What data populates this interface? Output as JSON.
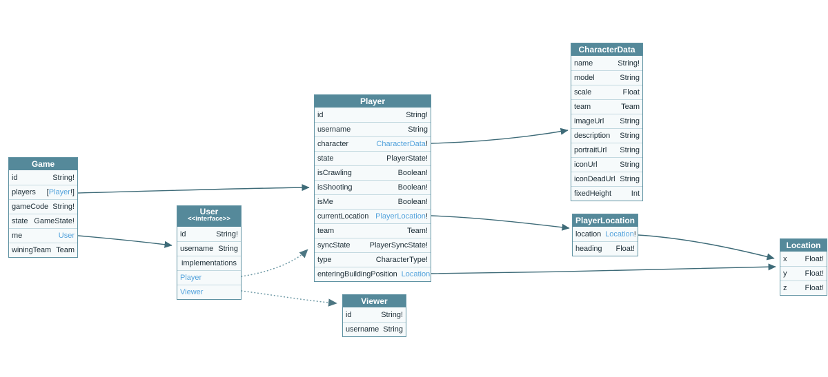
{
  "colors": {
    "header_bg": "#55899a",
    "row_bg": "#f6fafb",
    "table_border": "#5f92a2",
    "row_divider": "#c3d9e0",
    "text": "#20313a",
    "type_link": "#54a3dc",
    "edge_solid": "#3e6b78",
    "edge_dotted": "#6f9aa6"
  },
  "tables": {
    "game": {
      "title": "Game",
      "fields": [
        {
          "name": "id",
          "type_pre": "String!"
        },
        {
          "name": "players",
          "type_pre": "[",
          "type_link": "Player",
          "type_post": "!]"
        },
        {
          "name": "gameCode",
          "type_pre": "String!"
        },
        {
          "name": "state",
          "type_pre": "GameState!"
        },
        {
          "name": "me",
          "type_link": "User"
        },
        {
          "name": "winingTeam",
          "type_pre": "Team"
        }
      ]
    },
    "user": {
      "title": "User",
      "stereotype": "<<interface>>",
      "fields": [
        {
          "name": "id",
          "type_pre": "String!"
        },
        {
          "name": "username",
          "type_pre": "String"
        }
      ],
      "section_label": "implementations",
      "implementations": [
        "Player",
        "Viewer"
      ]
    },
    "player": {
      "title": "Player",
      "fields": [
        {
          "name": "id",
          "type_pre": "String!"
        },
        {
          "name": "username",
          "type_pre": "String"
        },
        {
          "name": "character",
          "type_link": "CharacterData",
          "type_post": "!"
        },
        {
          "name": "state",
          "type_pre": "PlayerState!"
        },
        {
          "name": "isCrawling",
          "type_pre": "Boolean!"
        },
        {
          "name": "isShooting",
          "type_pre": "Boolean!"
        },
        {
          "name": "isMe",
          "type_pre": "Boolean!"
        },
        {
          "name": "currentLocation",
          "type_link": "PlayerLocation",
          "type_post": "!"
        },
        {
          "name": "team",
          "type_pre": "Team!"
        },
        {
          "name": "syncState",
          "type_pre": "PlayerSyncState!"
        },
        {
          "name": "type",
          "type_pre": "CharacterType!"
        },
        {
          "name": "enteringBuildingPosition",
          "type_link": "Location"
        }
      ]
    },
    "viewer": {
      "title": "Viewer",
      "fields": [
        {
          "name": "id",
          "type_pre": "String!"
        },
        {
          "name": "username",
          "type_pre": "String"
        }
      ]
    },
    "characterData": {
      "title": "CharacterData",
      "fields": [
        {
          "name": "name",
          "type_pre": "String!"
        },
        {
          "name": "model",
          "type_pre": "String"
        },
        {
          "name": "scale",
          "type_pre": "Float"
        },
        {
          "name": "team",
          "type_pre": "Team"
        },
        {
          "name": "imageUrl",
          "type_pre": "String"
        },
        {
          "name": "description",
          "type_pre": "String"
        },
        {
          "name": "portraitUrl",
          "type_pre": "String"
        },
        {
          "name": "iconUrl",
          "type_pre": "String"
        },
        {
          "name": "iconDeadUrl",
          "type_pre": "String"
        },
        {
          "name": "fixedHeight",
          "type_pre": "Int"
        }
      ]
    },
    "playerLocation": {
      "title": "PlayerLocation",
      "fields": [
        {
          "name": "location",
          "type_link": "Location",
          "type_post": "!"
        },
        {
          "name": "heading",
          "type_pre": "Float!"
        }
      ]
    },
    "location": {
      "title": "Location",
      "fields": [
        {
          "name": "x",
          "type_pre": "Float!"
        },
        {
          "name": "y",
          "type_pre": "Float!"
        },
        {
          "name": "z",
          "type_pre": "Float!"
        }
      ]
    }
  }
}
